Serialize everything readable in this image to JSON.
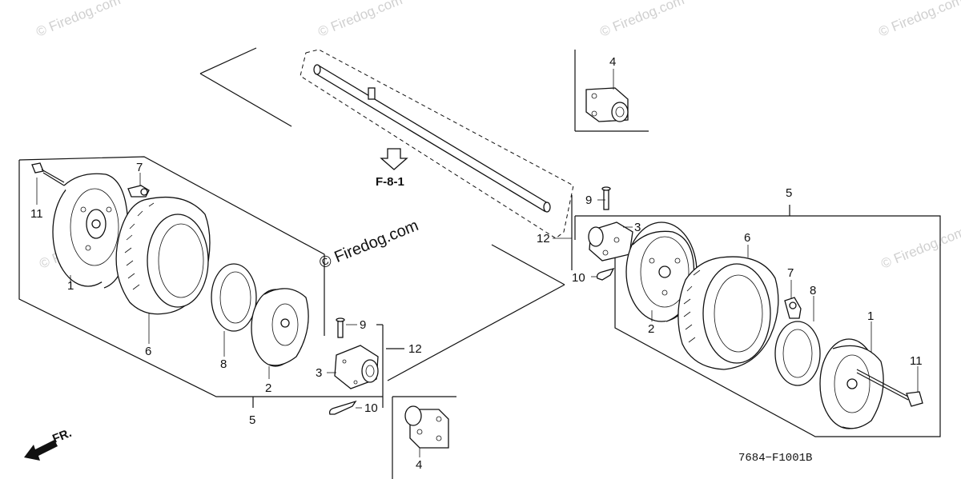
{
  "watermarks": [
    "© Firedog.com",
    "© Firedog.com",
    "© Firedog.com",
    "© Firedog.com",
    "© Firedog.com",
    "© Firedog.com"
  ],
  "center_watermark": "© Firedog.com",
  "reference": "F-8-1",
  "front_label": "FR.",
  "drawing_code": "7684−F1001B",
  "callouts": {
    "left": {
      "bolt": "11",
      "drum": "1",
      "valve": "7",
      "tire": "6",
      "seal": "8",
      "wheel": "2",
      "pin": "9",
      "hub": "3",
      "cotter": "10",
      "group": "12",
      "assy": "5",
      "hub_alt": "4"
    },
    "right": {
      "pin": "9",
      "group": "12",
      "hub": "3",
      "cotter": "10",
      "assy": "5",
      "tire": "6",
      "wheel": "2",
      "valve": "7",
      "seal": "8",
      "drum": "1",
      "bolt": "11",
      "hub_alt": "4"
    }
  }
}
